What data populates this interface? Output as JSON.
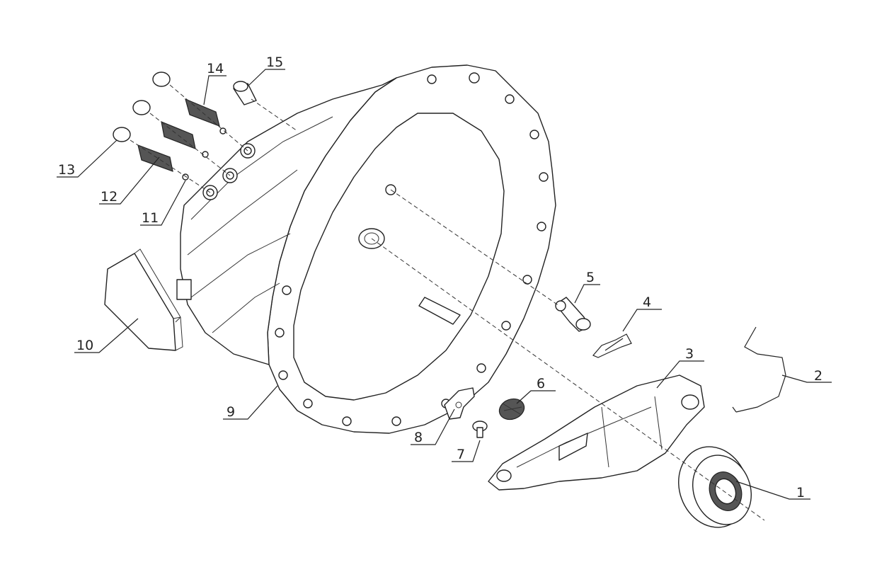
{
  "callouts": [
    {
      "id": "1",
      "text": "1"
    },
    {
      "id": "2",
      "text": "2"
    },
    {
      "id": "3",
      "text": "3"
    },
    {
      "id": "4",
      "text": "4"
    },
    {
      "id": "5",
      "text": "5"
    },
    {
      "id": "6",
      "text": "6"
    },
    {
      "id": "7",
      "text": "7"
    },
    {
      "id": "8",
      "text": "8"
    },
    {
      "id": "9",
      "text": "9"
    },
    {
      "id": "10",
      "text": "10"
    },
    {
      "id": "11",
      "text": "11"
    },
    {
      "id": "12",
      "text": "12"
    },
    {
      "id": "13",
      "text": "13"
    },
    {
      "id": "14",
      "text": "14"
    },
    {
      "id": "15",
      "text": "15"
    }
  ]
}
